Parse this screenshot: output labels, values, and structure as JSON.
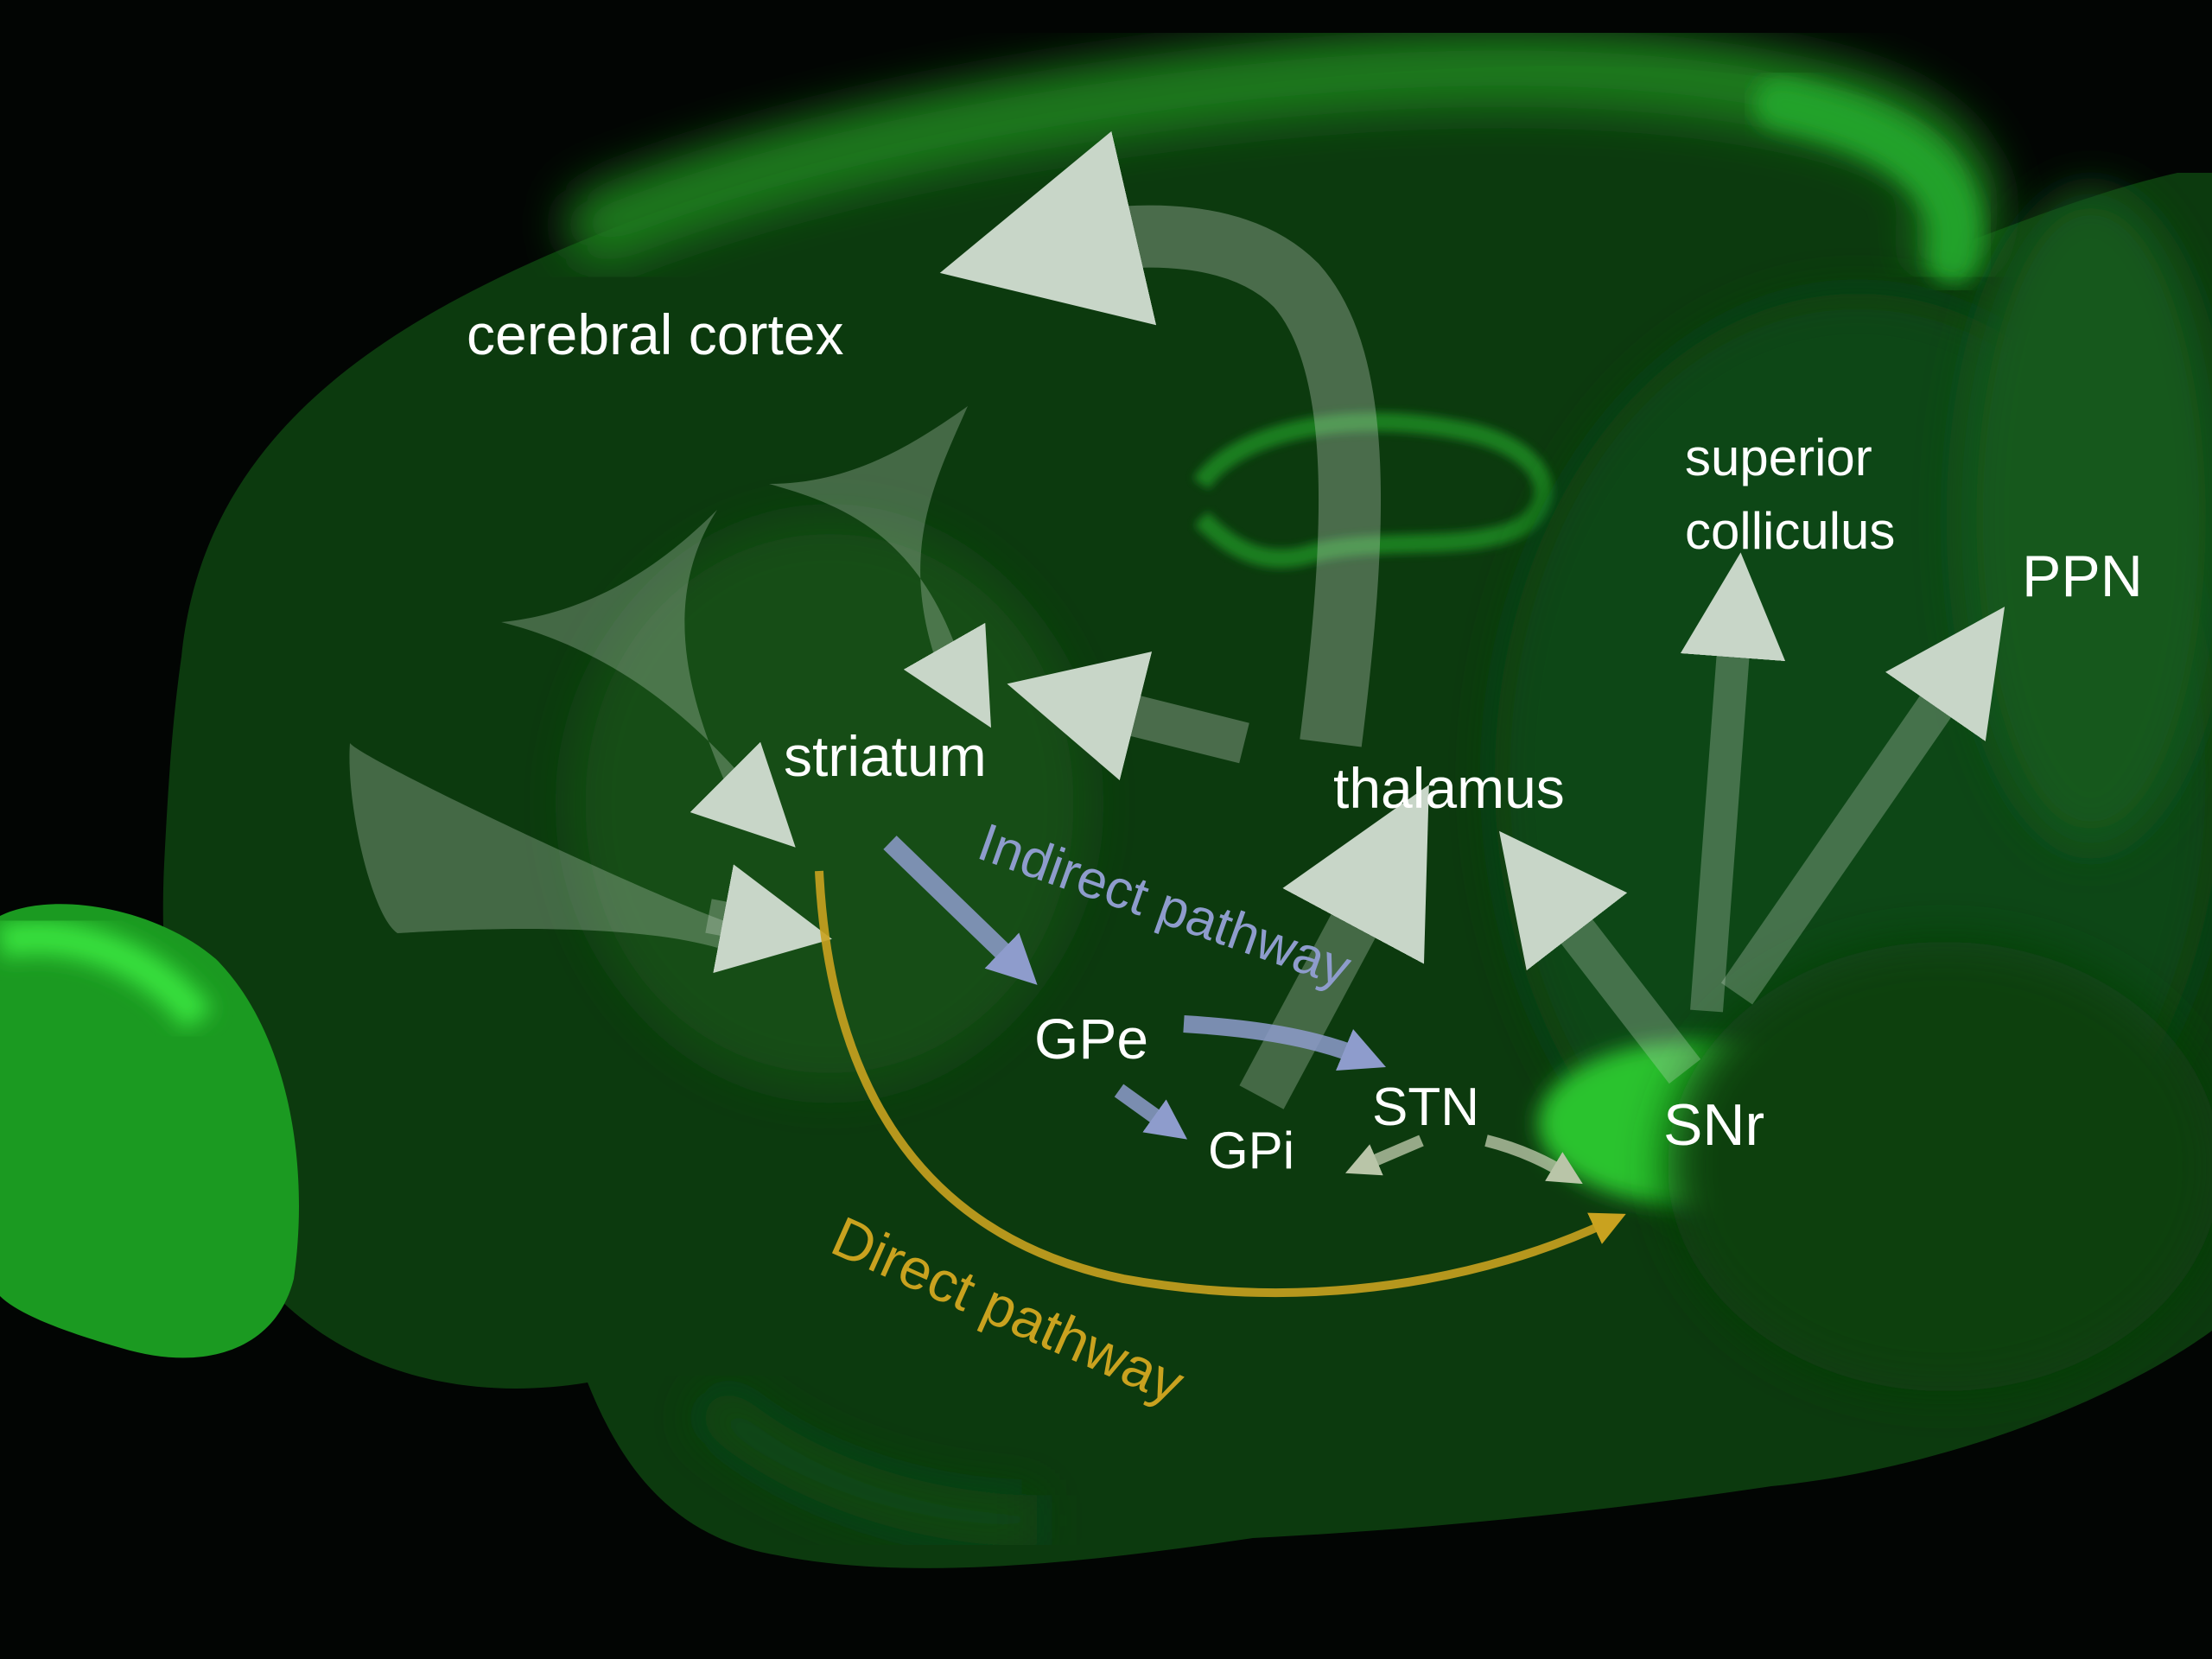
{
  "labels": {
    "cerebral_cortex": "cerebral cortex",
    "striatum": "striatum",
    "thalamus": "thalamus",
    "superior_colliculus_line1": "superior",
    "superior_colliculus_line2": "colliculus",
    "ppn": "PPN",
    "gpe": "GPe",
    "gpi": "GPi",
    "stn": "STN",
    "snr": "SNr",
    "indirect_pathway": "Indirect pathway",
    "direct_pathway": "Direct pathway"
  },
  "colors": {
    "background": "#020503",
    "tissue_dark": "#0c3a0e",
    "tissue_bright": "#1fa82a",
    "label_text": "#ffffff",
    "cortical_projection": "#c8d6c8",
    "indirect_pathway": "#8e9ccc",
    "direct_pathway": "#c9a21f",
    "output_projection": "#b9c5a8"
  }
}
